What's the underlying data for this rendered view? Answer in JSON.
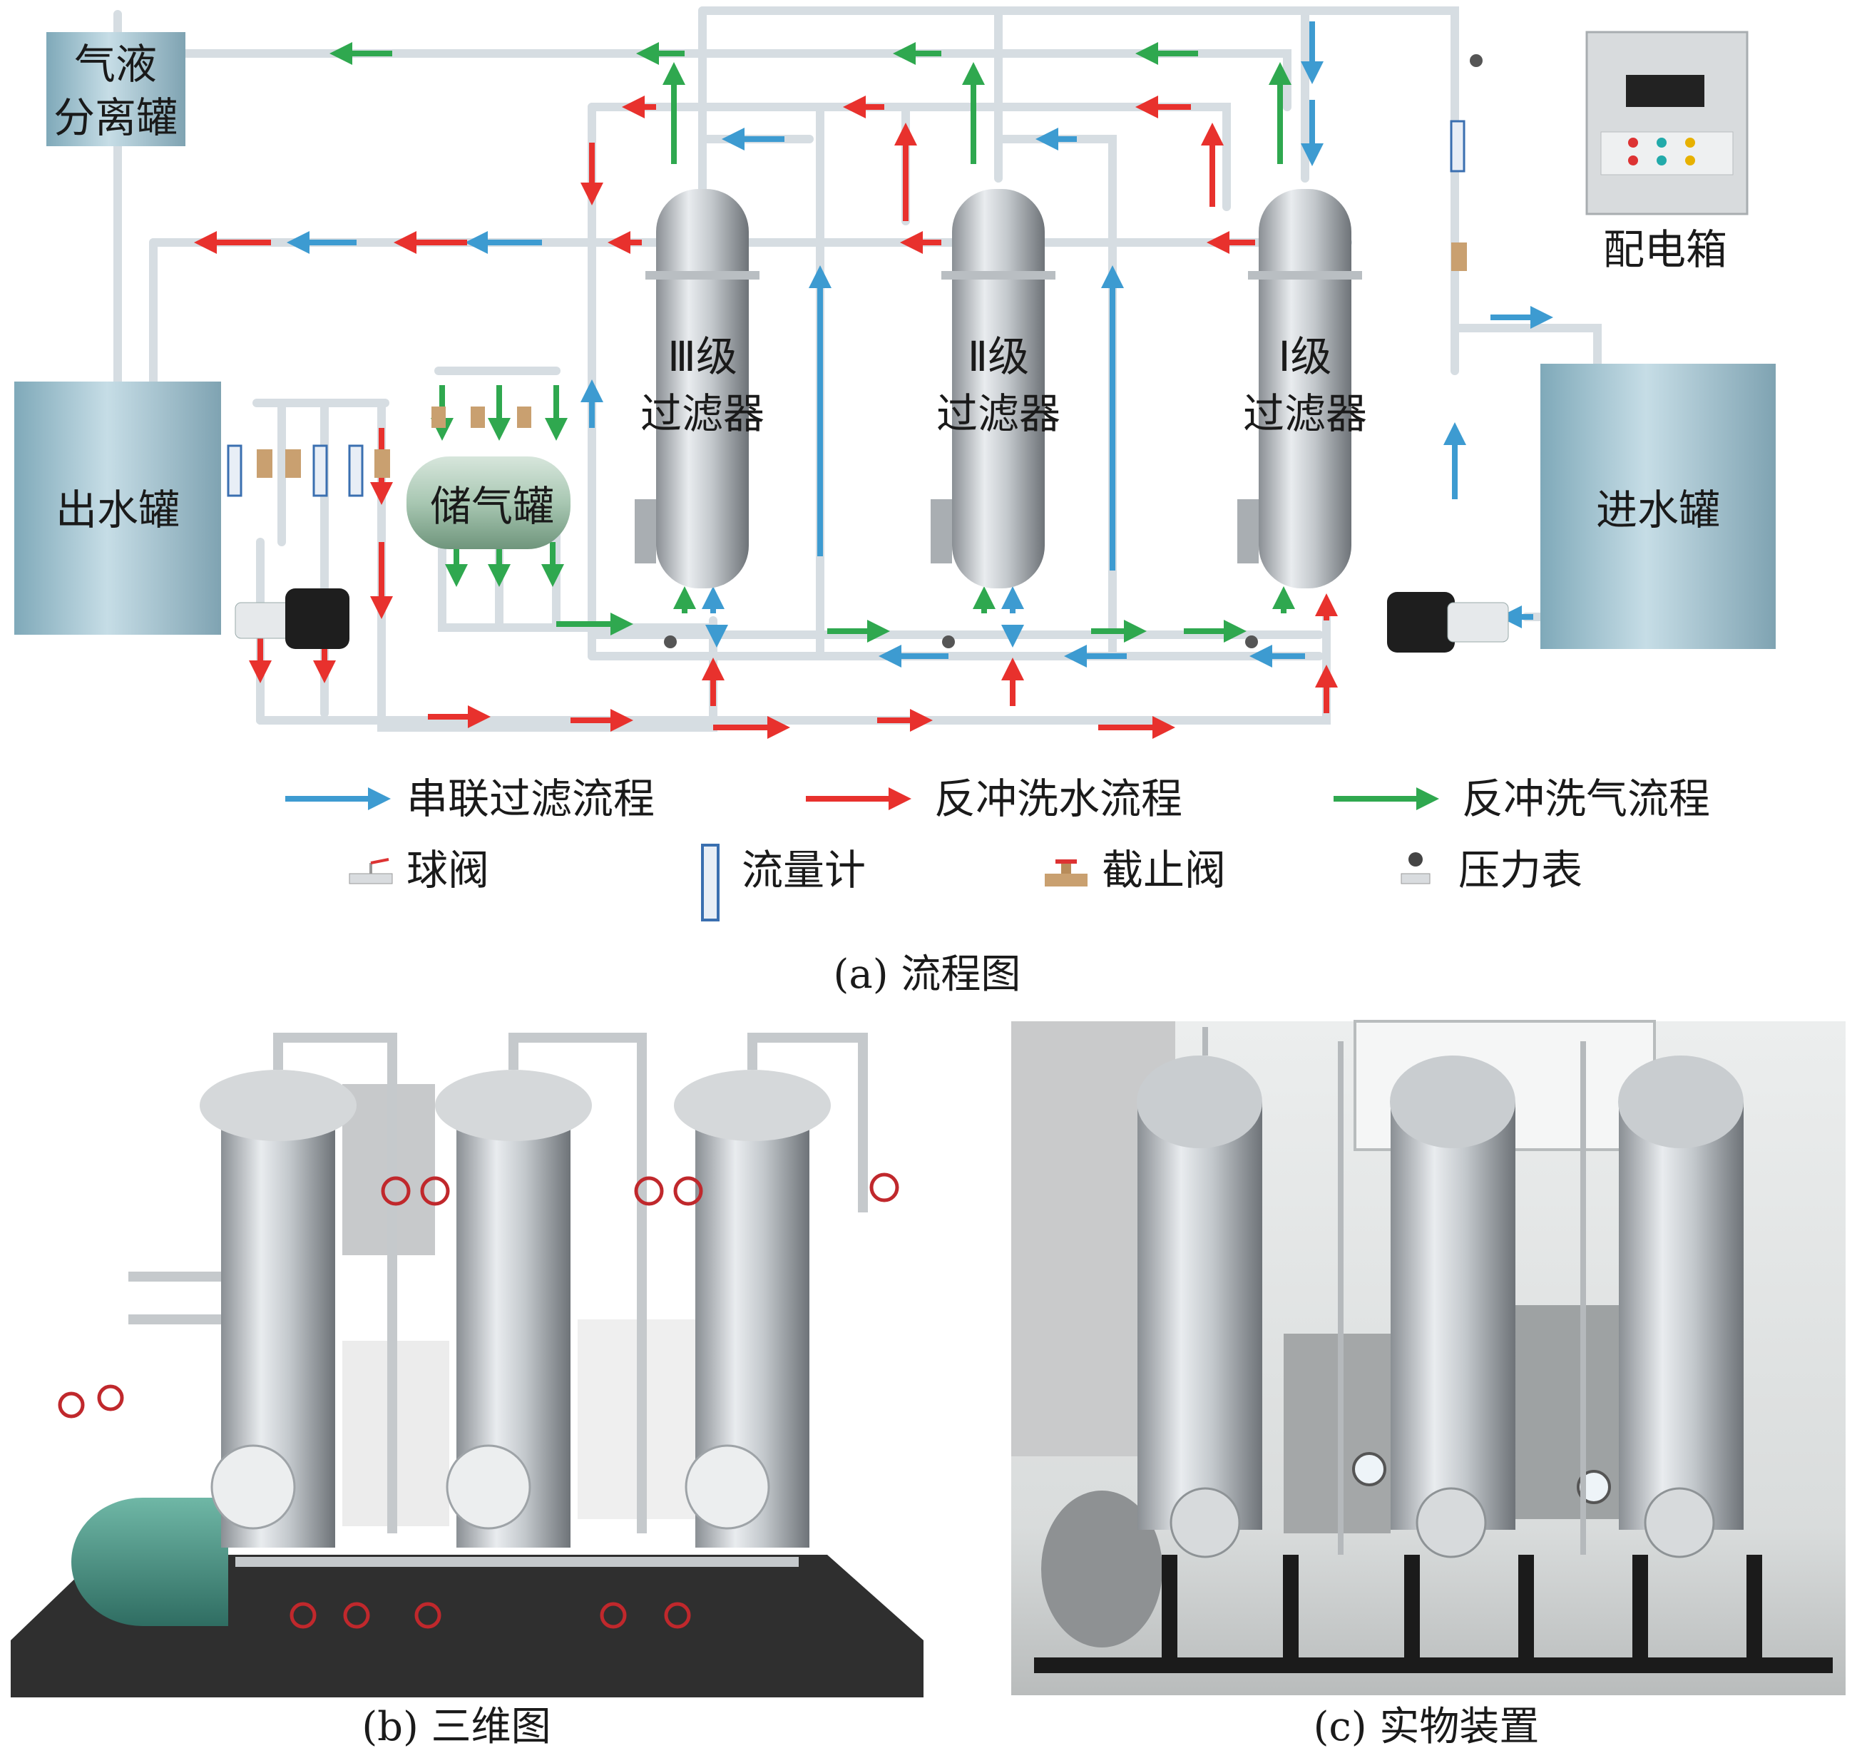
{
  "flow": {
    "caption": "(a) 流程图",
    "tanks": {
      "separator": [
        "气液",
        "分离罐"
      ],
      "outlet": "出水罐",
      "inlet": "进水罐",
      "gas_storage": "储气罐",
      "power_box": "配电箱"
    },
    "filters": [
      {
        "level": "Ⅲ级",
        "name": "过滤器"
      },
      {
        "level": "Ⅱ级",
        "name": "过滤器"
      },
      {
        "level": "I级",
        "name": "过滤器"
      }
    ],
    "colors": {
      "blue": "#3d9bd1",
      "red": "#e8312d",
      "green": "#2fa84f",
      "pipe": "#d6dde2",
      "tank": "#9ec1cf"
    }
  },
  "legend": {
    "flows": [
      {
        "label": "串联过滤流程",
        "color": "#3d9bd1"
      },
      {
        "label": "反冲洗水流程",
        "color": "#e8312d"
      },
      {
        "label": "反冲洗气流程",
        "color": "#2fa84f"
      }
    ],
    "components": [
      {
        "label": "球阀",
        "icon": "ball-valve-icon"
      },
      {
        "label": "流量计",
        "icon": "flowmeter-icon"
      },
      {
        "label": "截止阀",
        "icon": "globe-valve-icon"
      },
      {
        "label": "压力表",
        "icon": "pressure-gauge-icon"
      }
    ]
  },
  "panels": {
    "b_caption": "(b) 三维图",
    "c_caption": "(c) 实物装置"
  }
}
